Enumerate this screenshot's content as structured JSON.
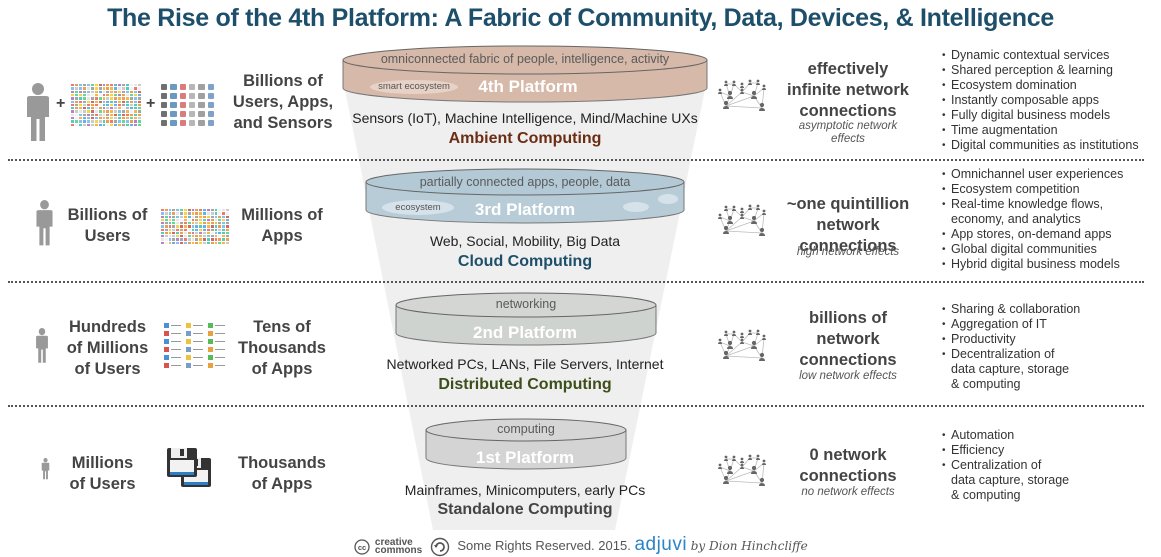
{
  "title": "The Rise of the 4th Platform: A Fabric of Community, Data, Devices, & Intelligence",
  "colors": {
    "title": "#1d4f6b",
    "funnel_bg": "#efefef",
    "era_4th": "#6b2e14",
    "era_3rd": "#1d4f6b",
    "era_2nd": "#3c4f1a",
    "era_1st": "#444444",
    "disk_4th": "#d6b9a9",
    "disk_3rd": "#b3c9d6",
    "disk_2nd": "#cfd3d0",
    "disk_1st": "#d4d4d4",
    "adjuvi": "#2a84c6"
  },
  "platforms": [
    {
      "id": "4th",
      "users_label": "Billions of Users, Apps, and Sensors",
      "users_lines": [
        "Billions of",
        "Users, Apps,",
        "and Sensors"
      ],
      "icons": [
        "person-icon",
        "app-mosaic-icon",
        "sensor-devices-icon"
      ],
      "plus": "+",
      "disk_top": "omniconnected fabric of people, intelligence, activity",
      "disk_pill": "smart ecosystem",
      "disk_label": "4th Platform",
      "tech": "Sensors (IoT), Machine Intelligence, Mind/Machine UXs",
      "era": "Ambient Computing",
      "network_lines": [
        "effectively",
        "infinite network",
        "connections"
      ],
      "network_sub_lines": [
        "asymptotic network",
        "effects"
      ],
      "bullets": [
        "Dynamic contextual services",
        "Shared perception & learning",
        "Ecosystem domination",
        "Instantly composable apps",
        "Fully digital business models",
        "Time augmentation",
        "Digital communities as institutions"
      ]
    },
    {
      "id": "3rd",
      "users_lines": [
        "Billions of",
        "Users"
      ],
      "apps_lines": [
        "Millions of",
        "Apps"
      ],
      "disk_top": "partially connected apps, people, data",
      "disk_pill": "ecosystem",
      "disk_label": "3rd Platform",
      "tech": "Web, Social, Mobility, Big Data",
      "era": "Cloud Computing",
      "network_lines": [
        "~one quintillion",
        "network",
        "connections"
      ],
      "network_sub_lines": [
        "high network effects"
      ],
      "bullets": [
        "Omnichannel user experiences",
        "Ecosystem competition",
        "Real-time knowledge flows,\neconomy, and analytics",
        "App stores, on-demand apps",
        "Global digital communities",
        "Hybrid digital business models"
      ]
    },
    {
      "id": "2nd",
      "users_lines": [
        "Hundreds",
        "of Millions",
        "of Users"
      ],
      "apps_lines": [
        "Tens of",
        "Thousands",
        "of Apps"
      ],
      "disk_top": "networking",
      "disk_label": "2nd Platform",
      "tech": "Networked PCs, LANs, File Servers, Internet",
      "era": "Distributed Computing",
      "network_lines": [
        "billions of",
        "network",
        "connections"
      ],
      "network_sub_lines": [
        "low network effects"
      ],
      "bullets": [
        "Sharing & collaboration",
        "Aggregation of IT",
        "Productivity",
        "Decentralization of\ndata capture, storage\n& computing"
      ]
    },
    {
      "id": "1st",
      "users_lines": [
        "Millions",
        "of Users"
      ],
      "apps_lines": [
        "Thousands",
        "of Apps"
      ],
      "disk_top": "computing",
      "disk_label": "1st Platform",
      "tech": "Mainframes, Minicomputers, early PCs",
      "era": "Standalone Computing",
      "network_lines": [
        "0 network",
        "connections"
      ],
      "network_sub_lines": [
        "no network effects"
      ],
      "bullets": [
        "Automation",
        "Efficiency",
        "Centralization of\ndata capture, storage\n& computing"
      ]
    }
  ],
  "footer": {
    "cc_top": "creative",
    "cc_bottom": "commons",
    "rights": "Some Rights Reserved. 2015.",
    "brand": "adjuvi",
    "byline": "by Dion Hinchcliffe"
  }
}
